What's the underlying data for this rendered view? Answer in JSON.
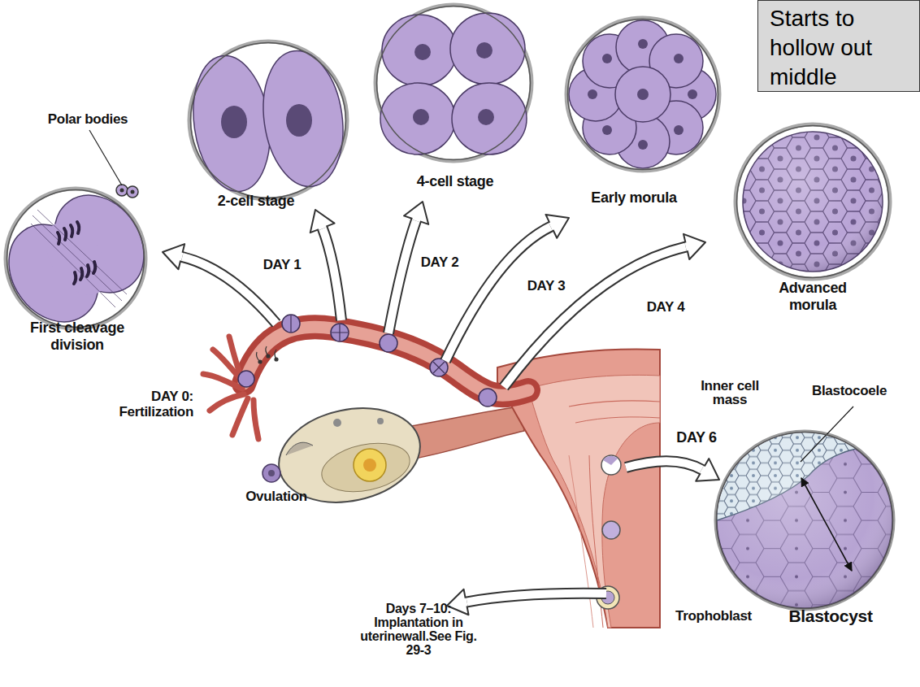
{
  "diagram": {
    "nodes": [
      {
        "text": [
          "Starts to hollow out middle"
        ]
      },
      {
        "text": [
          "First cleavage division"
        ]
      },
      {
        "text": [
          "2-cell stage"
        ]
      },
      {
        "text": [
          "4-cell stage"
        ]
      },
      {
        "text": [
          "Early morula"
        ]
      },
      {
        "text": [
          "Advanced morula"
        ]
      },
      {
        "text": [
          "Blastocyst"
        ]
      }
    ],
    "labels": [
      "Polar bodies",
      "DAY 1",
      "DAY 2",
      "DAY 3",
      "DAY 4",
      "DAY 0: Fertilization",
      "Ovulation",
      "Inner cell mass",
      "Blastocoele",
      "DAY 6",
      "Trophoblast",
      "Days 7–10: Implantation in uterinewall.See Fig. 29-3"
    ]
  }
}
